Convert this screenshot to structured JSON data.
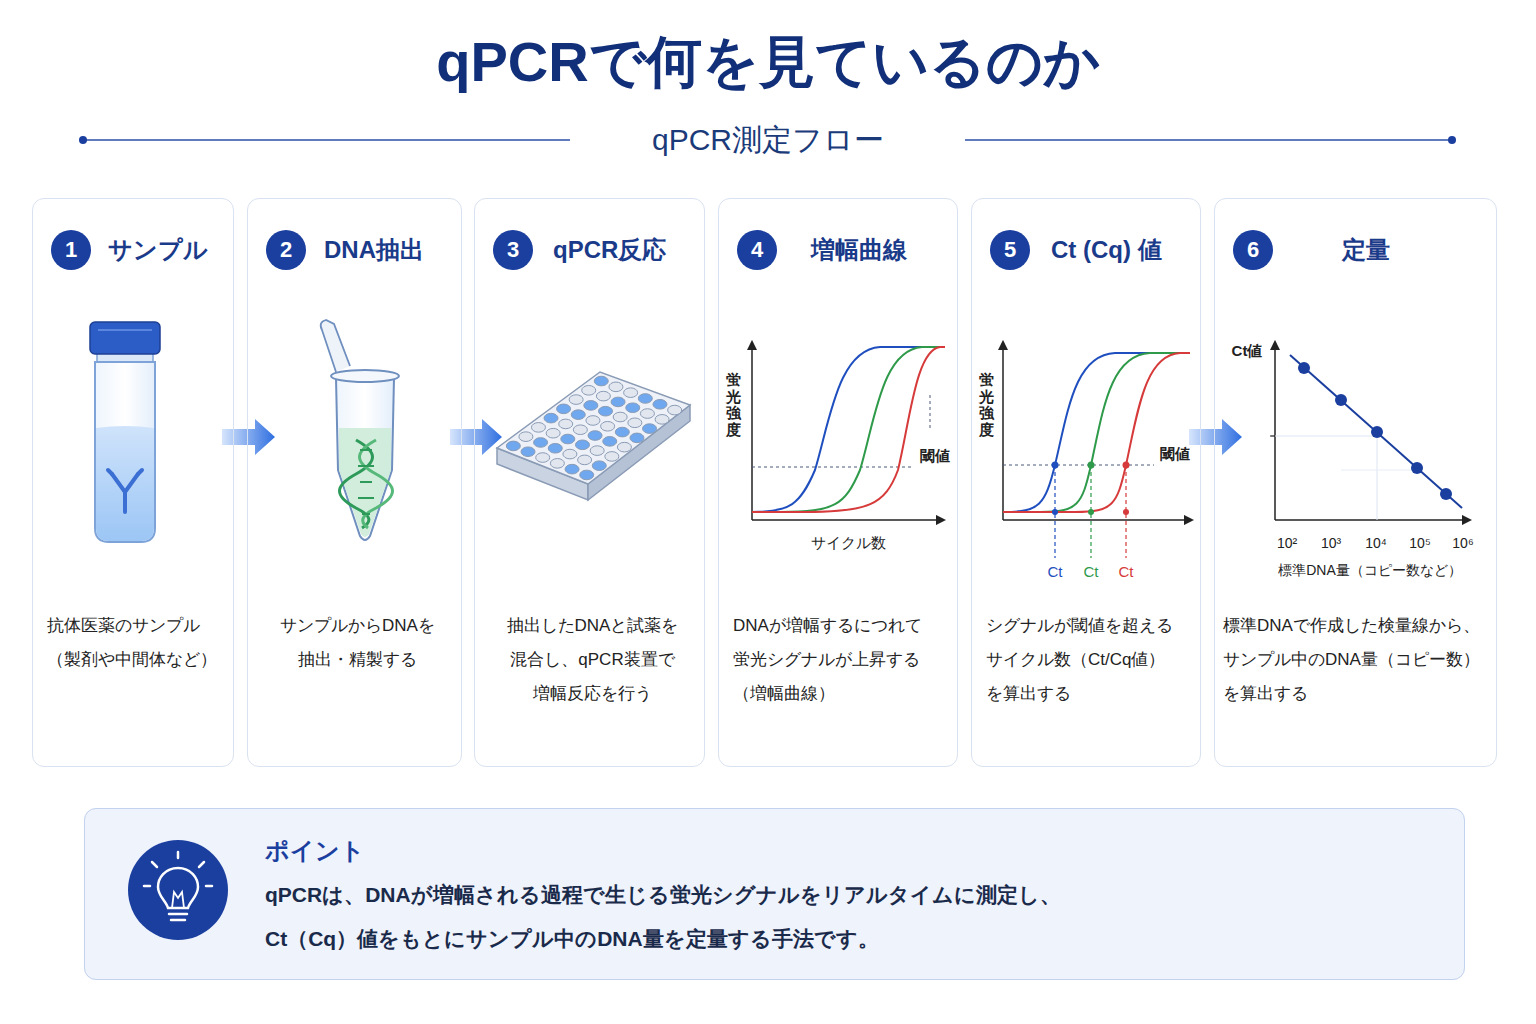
{
  "diagram": {
    "title": "qPCRで何を見ているのか",
    "nodes": [
      {
        "text": [
          "1",
          "サンプル",
          "抗体医薬のサンプル （製剤や中間体など）"
        ]
      },
      {
        "text": [
          "2",
          "DNA抽出",
          "サンプルからDNAを 抽出・精製する"
        ]
      },
      {
        "text": [
          "3",
          "qPCR反応",
          "抽出したDNAと試薬を 混合し、qPCR装置で 増幅反応を行う"
        ]
      },
      {
        "text": [
          "4",
          "増幅曲線",
          "DNAが増幅するにつれて 蛍光シグナルが上昇する （増幅曲線）"
        ]
      },
      {
        "text": [
          "5",
          "Ct (Cq) 値",
          "シグナルが閾値を超える サイクル数（Ct/Cq値） を算出する"
        ]
      },
      {
        "text": [
          "6",
          "定量",
          "標準DNAで作成した検量線から、 サンプル中のDNA量（コピー数） を算出する"
        ]
      },
      {
        "text": [
          "ポイント",
          "qPCRは、DNAが増幅される過程で生じる蛍光シグナルをリアルタイムに測定し、 Ct（Cq）値をもとにサンプル中のDNA量を定量する手法です。"
        ]
      }
    ],
    "edges": [
      {
        "from": 0,
        "to": 1,
        "arrow": "to"
      },
      {
        "from": 1,
        "to": 2,
        "arrow": "to"
      },
      {
        "from": 4,
        "to": 5,
        "arrow": "to"
      }
    ],
    "labels": [
      "qPCR測定フロー",
      "蛍光強度",
      "閾値",
      "サイクル数",
      "蛍光強度",
      "閾値",
      "Ct",
      "Ct",
      "Ct",
      "Ct値",
      "10²",
      "10³",
      "10⁴",
      "10⁵",
      "10⁶",
      "標準DNA量（コピー数など）"
    ]
  }
}
